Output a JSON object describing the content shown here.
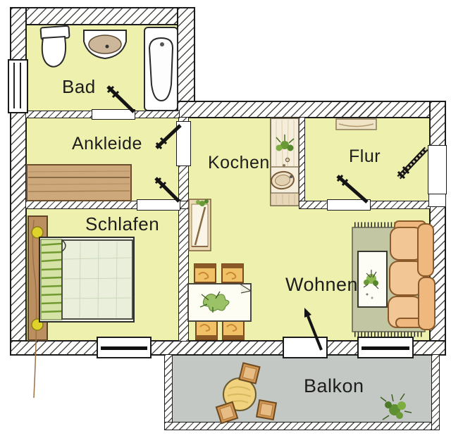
{
  "floorplan": {
    "rooms": [
      {
        "id": "bad",
        "label": "Bad"
      },
      {
        "id": "ankleide",
        "label": "Ankleide"
      },
      {
        "id": "kochen",
        "label": "Kochen"
      },
      {
        "id": "flur",
        "label": "Flur"
      },
      {
        "id": "schlafen",
        "label": "Schlafen"
      },
      {
        "id": "wohnen",
        "label": "Wohnen"
      },
      {
        "id": "balkon",
        "label": "Balkon"
      }
    ],
    "colors": {
      "room_fill": "#eef0ad",
      "balcony_floor": "#c4c8c5",
      "wall_hatch": "#4d4d46",
      "outline": "#1b1b1b",
      "wood": "#cda87a",
      "sofa": "#f3c695",
      "rug": "#c3c6a3",
      "plant_green": "#6a9a35",
      "balcony_table": "#f1d27e"
    },
    "furniture_icons": [
      "toilet-icon",
      "sink-icon",
      "bathtub-icon",
      "wardrobe-icon",
      "bed-icon",
      "kitchen-counter-icon",
      "corner-shelf-icon",
      "dining-table-icon",
      "dining-chair-icon",
      "rug-icon",
      "sofa-icon",
      "coffee-table-icon",
      "hall-shelf-icon",
      "balcony-table-icon",
      "balcony-stool-icon",
      "plant-icon",
      "door-icon",
      "window-icon"
    ]
  }
}
